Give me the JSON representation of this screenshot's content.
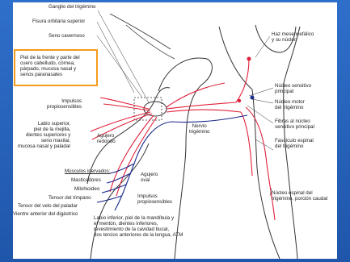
{
  "labels": {
    "ganglio": "Ganglio del trigémino",
    "fisura": "Fisura orbitaria superior",
    "seno": "Seno cavernoso",
    "piel_frente": "Piel de la frente y parte del\ncuero cabelludo, córnea,\npárpado, mucosa nasal y\nsenos paranasales",
    "impulsos_1": "Impulsos\npropiosensibles",
    "labio_sup": "Labio superior,\npiel de la mejilla,\ndientes superiores y\nseno maxilar,\nmucosa nasal y paladar",
    "agujero_redondo": "Agujero\nredondo",
    "agujero_oval": "Agujero\noval",
    "musculos": "Músculos inervados:",
    "masticadores": "Masticadores",
    "milohioideo": "Milohioideo",
    "tensor_timpano": "Tensor del tímpano",
    "tensor_velo": "Tensor del velo del paladar",
    "vientre": "Vientre anterior del digástrico",
    "impulsos_2": "Impulsos\npropiosensibles",
    "labio_inf": "Labio inferior, piel de la mandíbula y\nel mentón, dientes inferiores,\nrevestimiento de la cavidad bucal,\ndos tercios anteriores de la lengua, ATM",
    "nervio": "Nervio\ntrigémino",
    "haz": "Haz mesencefálico\ny su núcleo",
    "nucleo_sensitivo": "Núcleo sensitivo\nprincipal",
    "nucleo_motor": "Núcleo motor\ndel trigémino",
    "fibras": "Fibras al núcleo\nsensitivo principal",
    "fasciculo": "Fascículo espinal\ndel trigémino",
    "nucleo_espinal": "Núcleo espinal del\ntrigémino, porción caudal"
  },
  "colors": {
    "frame": "#2a62b8",
    "highlight": "#f39a1c",
    "sensory": "#e0203a",
    "motor": "#1a2a8c"
  }
}
